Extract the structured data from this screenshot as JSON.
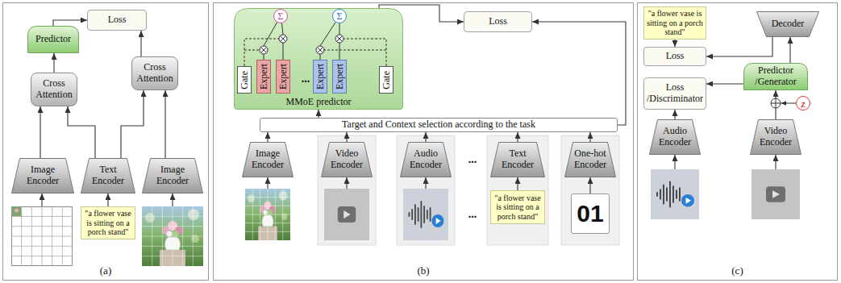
{
  "diagram": {
    "nodes": [
      {
        "text": [
          "(a)"
        ]
      },
      {
        "text": [
          "Predictor"
        ],
        "in": 0
      },
      {
        "text": [
          "Loss"
        ],
        "in": 0
      },
      {
        "text": [
          "Cross Attention"
        ],
        "in": 0
      },
      {
        "text": [
          "Cross Attention"
        ],
        "in": 0
      },
      {
        "text": [
          "Image Encoder"
        ],
        "in": 0
      },
      {
        "text": [
          "Text Encoder"
        ],
        "in": 0
      },
      {
        "text": [
          "Image Encoder"
        ],
        "in": 0
      },
      {
        "text": [
          "\"a flower vase is sitting on a porch stand\""
        ],
        "in": 0
      },
      {
        "text": [
          "(b)"
        ]
      },
      {
        "text": [
          "MMoE predictor"
        ],
        "in": 9
      },
      {
        "text": [
          "Σ"
        ],
        "in": 10
      },
      {
        "text": [
          "Σ"
        ],
        "in": 10
      },
      {
        "text": [
          "Gate"
        ],
        "in": 10
      },
      {
        "text": [
          "Expert"
        ],
        "in": 10
      },
      {
        "text": [
          "Expert"
        ],
        "in": 10
      },
      {
        "text": [
          "Expert"
        ],
        "in": 10
      },
      {
        "text": [
          "Expert"
        ],
        "in": 10
      },
      {
        "text": [
          "Gate"
        ],
        "in": 10
      },
      {
        "text": [
          "Loss"
        ],
        "in": 9
      },
      {
        "text": [
          "Target and Context selection according to the task"
        ],
        "in": 9
      },
      {
        "text": [
          "Image Encoder"
        ],
        "in": 9
      },
      {
        "text": [
          "Video Encoder"
        ],
        "in": 9
      },
      {
        "text": [
          "Audio Encoder"
        ],
        "in": 9
      },
      {
        "text": [
          "Text Encoder"
        ],
        "in": 9
      },
      {
        "text": [
          "One-hot Encoder"
        ],
        "in": 9
      },
      {
        "text": [
          "\"a flower vase is sitting on a porch stand\""
        ],
        "in": 9
      },
      {
        "text": [
          "01"
        ],
        "in": 9
      },
      {
        "text": [
          "(c)"
        ]
      },
      {
        "text": [
          "\"a flower vase is sitting on a porch stand\""
        ],
        "in": 28
      },
      {
        "text": [
          "Decoder"
        ],
        "in": 28
      },
      {
        "text": [
          "Loss"
        ],
        "in": 28
      },
      {
        "text": [
          "Loss /Discriminator"
        ],
        "in": 28
      },
      {
        "text": [
          "Predictor /Generator"
        ],
        "in": 28
      },
      {
        "text": [
          "z"
        ],
        "in": 28
      },
      {
        "text": [
          "Audio Encoder"
        ],
        "in": 28
      },
      {
        "text": [
          "Video Encoder"
        ],
        "in": 28
      }
    ],
    "edges": [
      {
        "from": 5,
        "to": 3,
        "arrow": "to"
      },
      {
        "from": 6,
        "to": 3,
        "arrow": "to"
      },
      {
        "from": 6,
        "to": 4,
        "arrow": "to"
      },
      {
        "from": 7,
        "to": 4,
        "arrow": "to"
      },
      {
        "from": 3,
        "to": 1,
        "arrow": "to"
      },
      {
        "from": 1,
        "to": 2,
        "arrow": "to"
      },
      {
        "from": 4,
        "to": 2,
        "arrow": "to"
      },
      {
        "from": 8,
        "to": 6,
        "arrow": "to"
      },
      {
        "from": 21,
        "to": 20,
        "arrow": "to"
      },
      {
        "from": 22,
        "to": 20,
        "arrow": "to"
      },
      {
        "from": 23,
        "to": 20,
        "arrow": "to"
      },
      {
        "from": 24,
        "to": 20,
        "arrow": "to"
      },
      {
        "from": 25,
        "to": 20,
        "arrow": "to"
      },
      {
        "from": 26,
        "to": 24,
        "arrow": "to"
      },
      {
        "from": 27,
        "to": 25,
        "arrow": "to"
      },
      {
        "from": 20,
        "to": 10,
        "arrow": "to"
      },
      {
        "from": 10,
        "to": 19,
        "arrow": "to"
      },
      {
        "from": 20,
        "to": 19,
        "arrow": "to"
      },
      {
        "from": 29,
        "to": 31,
        "arrow": "to"
      },
      {
        "from": 30,
        "to": 31,
        "arrow": "to"
      },
      {
        "from": 33,
        "to": 30,
        "arrow": "to"
      },
      {
        "from": 33,
        "to": 32,
        "arrow": "to"
      },
      {
        "from": 35,
        "to": 32,
        "arrow": "to"
      },
      {
        "from": 36,
        "to": 33,
        "arrow": "to"
      }
    ],
    "labels": [
      "...",
      "...",
      "..."
    ]
  }
}
